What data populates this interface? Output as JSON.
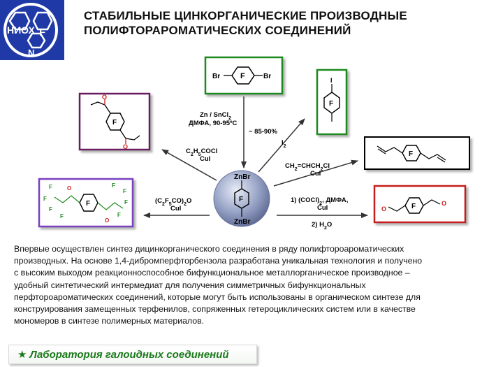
{
  "logo": {
    "text": "НИОХ",
    "ring_letter": "F",
    "small_letter": "N"
  },
  "title": {
    "line1": "СТАБИЛЬНЫЕ ЦИНКОРГАНИЧЕСКИЕ ПРОИЗВОДНЫЕ",
    "line2": "ПОЛИФТОРАРОМАТИЧЕСКИХ СОЕДИНЕНИЙ"
  },
  "colors": {
    "logo_bg": "#1f3aa6",
    "green": "#1e8a1e",
    "purple": "#6a1a5e",
    "violet": "#7a3fc0",
    "red": "#c81e1e",
    "black": "#000000",
    "footer_text": "#1a7a1a"
  },
  "center": {
    "top_label": "ZnBr",
    "bottom_label": "ZnBr",
    "ring_label": "F"
  },
  "start_material": {
    "left": "Br",
    "right": "Br",
    "ring_label": "F"
  },
  "conditions": {
    "step1_reagent": "Zn / SnCl",
    "step1_sub": "2",
    "step1_solvent": "ДМФА, 90-95ºC",
    "step1_yield": "~ 85-90%",
    "acyl_reagent": "C",
    "acyl_h": "H",
    "acyl_tail": "COCl",
    "acyl_cat": "CuI",
    "anhydride": "(C",
    "anhydride_tail": "CO)",
    "anhydride_cat": "CuI",
    "iodine": "I",
    "allyl": "CH",
    "allyl_tail": "=CHCH",
    "allyl_end": "Cl",
    "allyl_cat": "CuI",
    "oxalyl_step": "1) (COCl)",
    "oxalyl_tail": ", ДМФА,",
    "oxalyl_cat": "CuI",
    "water_step": "2) H",
    "water_tail": "O"
  },
  "products": {
    "diketone_ring": "F",
    "diketone_o_top": "O",
    "diketone_o_bottom": "O",
    "perfluoro_ring": "F",
    "perfluoro_f_label": "F",
    "perfluoro_o": "O",
    "diiodide_ring": "F",
    "diiodide_i": "I",
    "diallyl_ring": "F",
    "dialdehyde_ring": "F",
    "dialdehyde_o": "O"
  },
  "body": {
    "line1": "Впервые осуществлен синтез дицинкорганического соединения в ряду полифтороароматических",
    "line2": "производных. На основе 1,4-дибромперфторбензола разработана уникальная технология и получено",
    "line3": "с высоким выходом реакционноспособное бифункциональное металлорганическое производное –",
    "line4": "удобный синтетический интермедиат для получения симметричных бифункциональных",
    "line5": "перфтороароматических соединений, которые могут быть использованы в органическом синтезе для",
    "line6": "конструирования замещенных терфенилов, сопряженных гетероциклических систем или в качестве",
    "line7": "мономеров в синтезе полимерных материалов."
  },
  "footer": {
    "star": "★",
    "label": "Лаборатория галоидных соединений"
  }
}
